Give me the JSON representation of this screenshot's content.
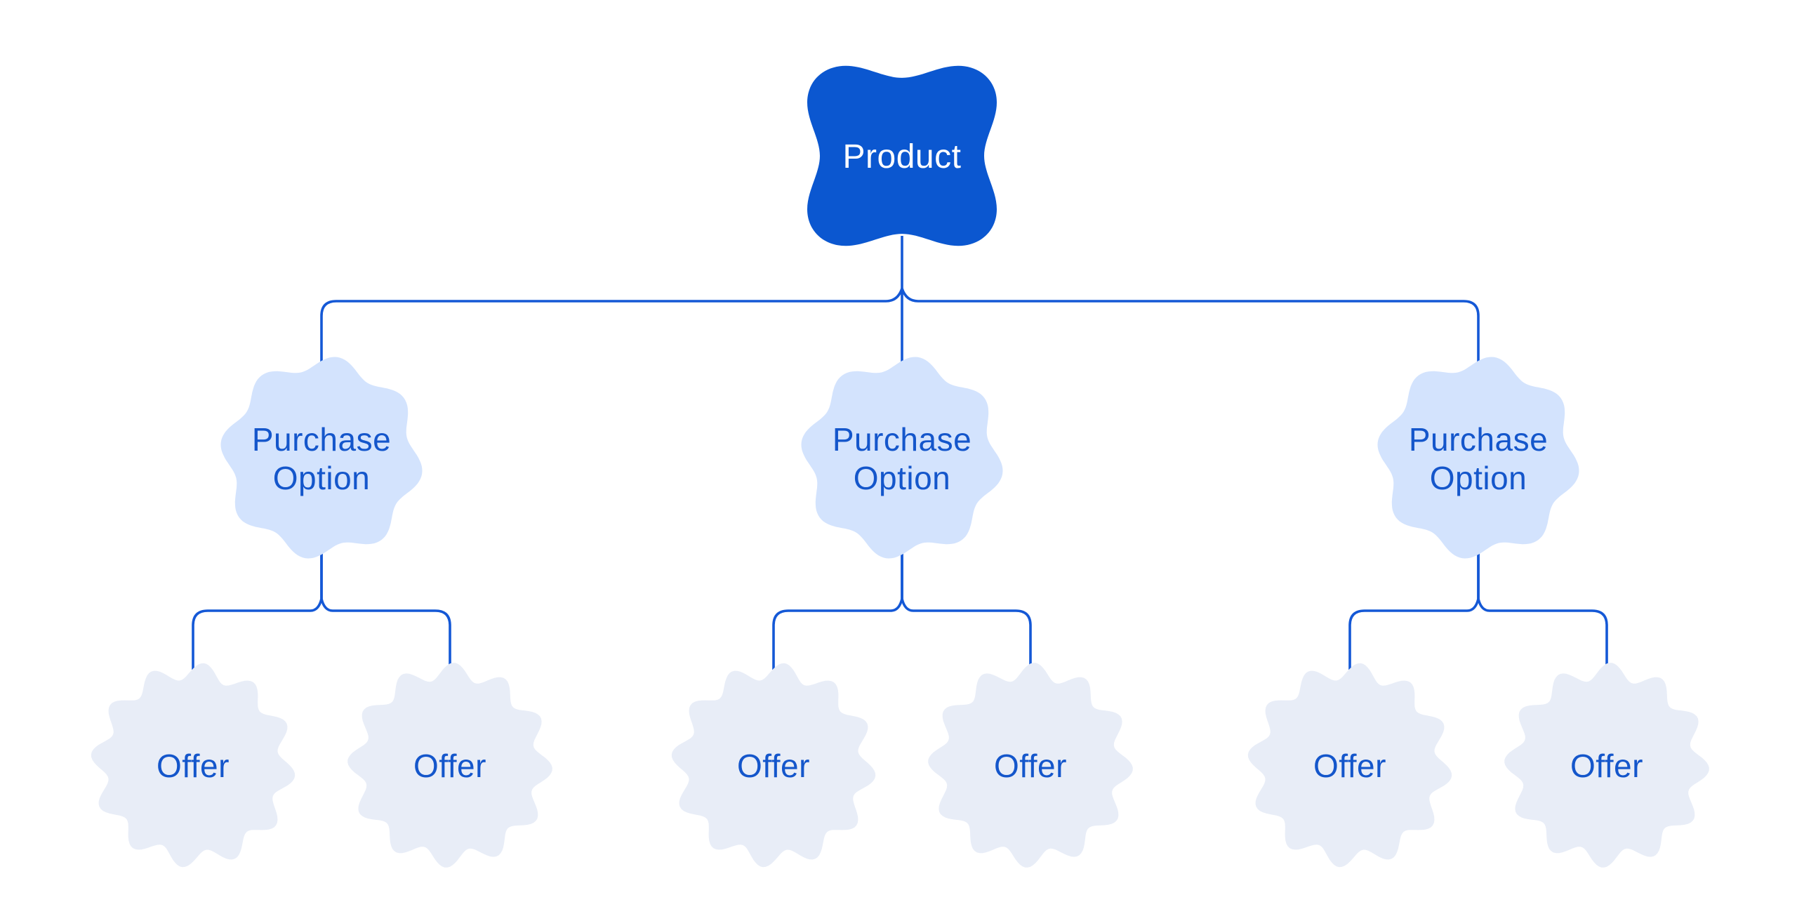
{
  "diagram": {
    "product": {
      "label": "Product"
    },
    "purchase_options": [
      {
        "lines": [
          "Purchase",
          "Option"
        ]
      },
      {
        "lines": [
          "Purchase",
          "Option"
        ]
      },
      {
        "lines": [
          "Purchase",
          "Option"
        ]
      }
    ],
    "offers": [
      {
        "label": "Offer"
      },
      {
        "label": "Offer"
      },
      {
        "label": "Offer"
      },
      {
        "label": "Offer"
      },
      {
        "label": "Offer"
      },
      {
        "label": "Offer"
      }
    ]
  },
  "colors": {
    "background": "#ffffff",
    "product-fill": "#0b57d0",
    "product-text": "#ffffff",
    "purchase-fill": "#d3e3fd",
    "offer-fill": "#e8edf7",
    "label-text": "#1456cb",
    "line": "#1458d6"
  }
}
